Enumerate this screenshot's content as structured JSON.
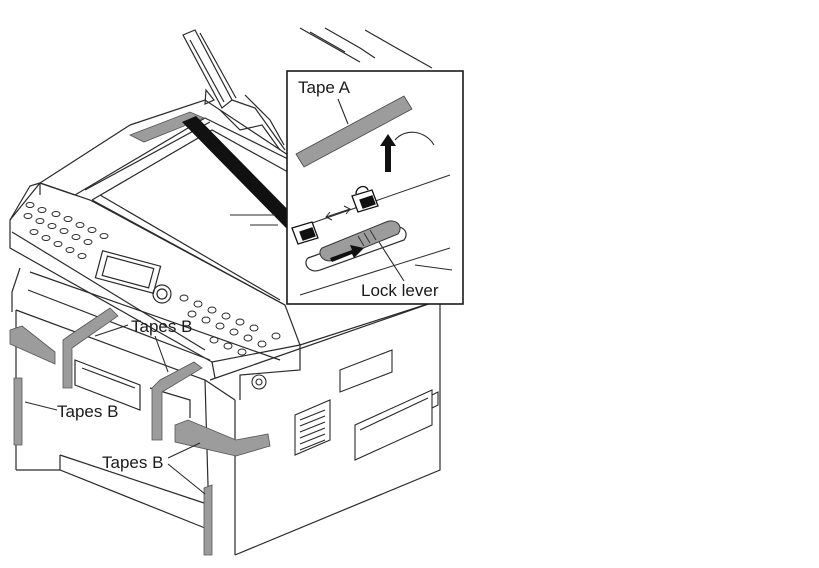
{
  "labels": {
    "tape_a": "Tape A",
    "lock_lever": "Lock lever",
    "tapes_b_top": "Tapes B",
    "tapes_b_left": "Tapes B",
    "tapes_b_bottom": "Tapes B"
  },
  "colors": {
    "tape": "#9c9c9c",
    "line": "#2a2a2a",
    "background": "#ffffff"
  }
}
